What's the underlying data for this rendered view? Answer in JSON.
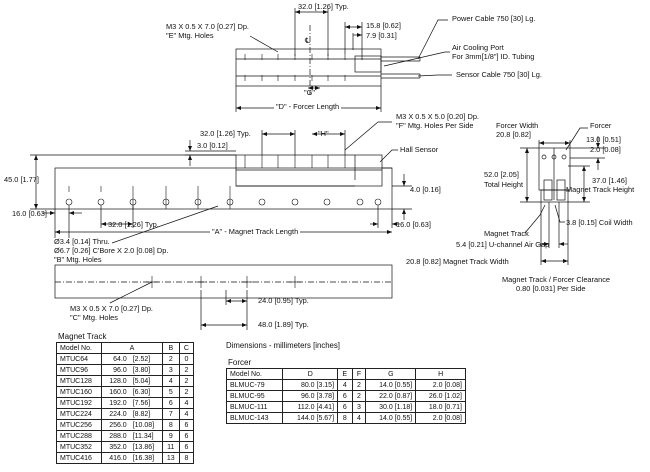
{
  "top_view": {
    "dim_32_typ": "32.0 [1.26] Typ.",
    "dim_15_8": "15.8 [0.62]",
    "dim_7_9": "7.9 [0.31]",
    "e_holes": "M3 X 0.5 X 7.0 [0.27] Dp.",
    "e_holes_2": "\"E\" Mtg. Holes",
    "power_cable": "Power Cable 750 [30] Lg.",
    "air_port": "Air Cooling Port",
    "air_port_2": "For 3mm[1/8\"] ID. Tubing",
    "sensor_cable": "Sensor Cable 750 [30] Lg.",
    "g_dim": "\"G\"",
    "d_length": "\"D\" - Forcer Length",
    "cl": "℄"
  },
  "side_view": {
    "f_holes": "M3 X 0.5 X 5.0 [0.20] Dp.",
    "f_holes_2": "\"F\" Mtg. Holes Per Side",
    "dim_32_typ": "32.0 [1.26] Typ.",
    "h_dim": "\"H\"",
    "dim_3_0": "3.0 [0.12]",
    "hall_sensor": "Hall Sensor",
    "dim_45": "45.0 [1.77]",
    "dim_4_0": "4.0 [0.16]",
    "dim_16_left": "16.0 [0.63]",
    "dim_32_bottom": "32.0 [1.26] Typ.",
    "dim_16_right": "16.0 [0.63]",
    "a_length": "\"A\" - Magnet Track Length",
    "thru_1": "Ø3.4 [0.14] Thru.",
    "thru_2": "Ø6.7 [0.26] C'Bore X 2.0 [0.08] Dp.",
    "thru_3": "\"B\" Mtg. Holes"
  },
  "bottom_view": {
    "c_holes": "M3 X 0.5 X 7.0 [0.27] Dp.",
    "c_holes_2": "\"C\" Mtg. Holes",
    "dim_24": "24.0 [0.95] Typ.",
    "dim_48": "48.0 [1.89] Typ."
  },
  "end_view": {
    "forcer_width": "Forcer Width",
    "forcer_width_2": "20.8 [0.82]",
    "forcer": "Forcer",
    "dim_13": "13.0 [0.51]",
    "dim_2_0": "2.0 [0.08]",
    "total_height": "52.0 [2.05]",
    "total_height_2": "Total Height",
    "mt_height": "37.0 [1.46]",
    "mt_height_2": "Magnet Track Height",
    "coil_width": "3.8 [0.15] Coil Width",
    "magnet_track": "Magnet Track",
    "air_gap": "5.4 [0.21] U-channel Air Gap",
    "mt_width": "20.8 [0.82] Magnet Track Width",
    "clearance": "Magnet Track / Forcer Clearance",
    "clearance_2": "0.80 [0.031] Per Side"
  },
  "dimensions_note": "Dimensions - millimeters [inches]",
  "magnet_track_table": {
    "title": "Magnet Track",
    "headers": [
      "Model No.",
      "A",
      "B",
      "C"
    ],
    "rows": [
      [
        "MTUC64",
        "64.0",
        "[2.52]",
        "2",
        "0"
      ],
      [
        "MTUC96",
        "96.0",
        "[3.80]",
        "3",
        "2"
      ],
      [
        "MTUC128",
        "128.0",
        "[5.04]",
        "4",
        "2"
      ],
      [
        "MTUC160",
        "160.0",
        "[6.30]",
        "5",
        "2"
      ],
      [
        "MTUC192",
        "192.0",
        "[7.56]",
        "6",
        "4"
      ],
      [
        "MTUC224",
        "224.0",
        "[8.82]",
        "7",
        "4"
      ],
      [
        "MTUC256",
        "256.0",
        "[10.08]",
        "8",
        "6"
      ],
      [
        "MTUC288",
        "288.0",
        "[11.34]",
        "9",
        "6"
      ],
      [
        "MTUC352",
        "352.0",
        "[13.86]",
        "11",
        "6"
      ],
      [
        "MTUC416",
        "416.0",
        "[16.38]",
        "13",
        "8"
      ]
    ]
  },
  "forcer_table": {
    "title": "Forcer",
    "headers": [
      "Model No.",
      "D",
      "E",
      "F",
      "G",
      "H"
    ],
    "rows": [
      [
        "BLMUC-79",
        "80.0 [3.15]",
        "4",
        "2",
        "14.0 [0.55]",
        "2.0 [0.08]"
      ],
      [
        "BLMUC-95",
        "96.0 [3.78]",
        "6",
        "2",
        "22.0 [0.87]",
        "26.0 [1.02]"
      ],
      [
        "BLMUC-111",
        "112.0 [4.41]",
        "6",
        "3",
        "30.0 [1.18]",
        "18.0 [0.71]"
      ],
      [
        "BLMUC-143",
        "144.0 [5.67]",
        "8",
        "4",
        "14.0 [0.55]",
        "2.0 [0.08]"
      ]
    ]
  }
}
